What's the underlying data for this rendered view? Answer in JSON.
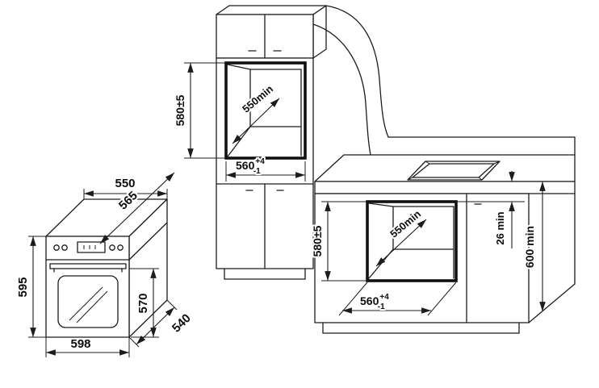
{
  "oven_view": {
    "depth_top": "550",
    "depth_overall": "565",
    "height": "595",
    "front_height": "570",
    "depth_bottom": "540",
    "width": "598"
  },
  "column_installation": {
    "niche_height": "580±5",
    "niche_depth": "550min",
    "niche_width": "560",
    "niche_width_tol_plus": "+4",
    "niche_width_tol_minus": "-1"
  },
  "undercounter_installation": {
    "niche_height": "580±5",
    "niche_depth": "550min",
    "niche_width": "560",
    "niche_width_tol_plus": "+4",
    "niche_width_tol_minus": "-1",
    "hob_clearance": "26 min",
    "worktop_height": "600 min"
  },
  "colors": {
    "line": "#1c1c1c",
    "background": "#ffffff"
  }
}
